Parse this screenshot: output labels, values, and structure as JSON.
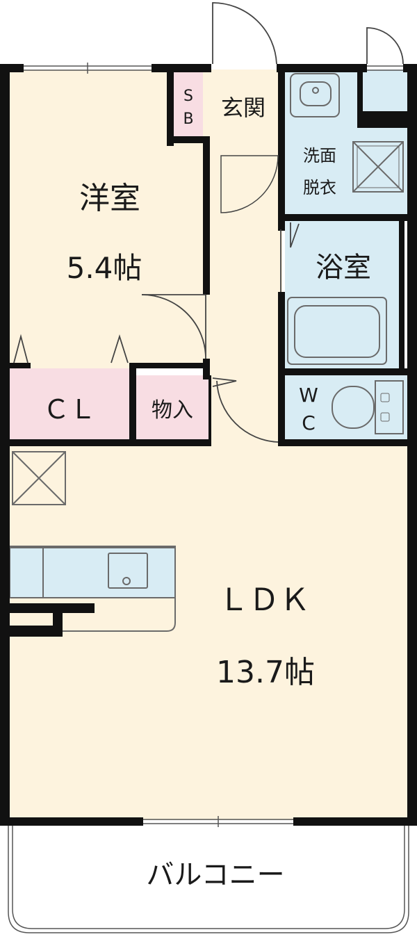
{
  "rooms": {
    "western": {
      "name": "洋室",
      "size": "5.4帖"
    },
    "closet": "ＣＬ",
    "storage": "物入",
    "shoe_box": {
      "line1": "S",
      "line2": "B"
    },
    "entrance": "玄関",
    "washroom": {
      "line1": "洗面",
      "line2": "脱衣"
    },
    "bath": "浴室",
    "wc": {
      "line1": "W",
      "line2": "C"
    },
    "ldk": {
      "name": "ＬＤＫ",
      "size": "13.7帖"
    },
    "balcony": "バルコニー"
  },
  "colors": {
    "room_fill": "#fdf3de",
    "wet_fill": "#d8ecf4",
    "storage_fill": "#f8dde3",
    "wall": "#111111"
  }
}
